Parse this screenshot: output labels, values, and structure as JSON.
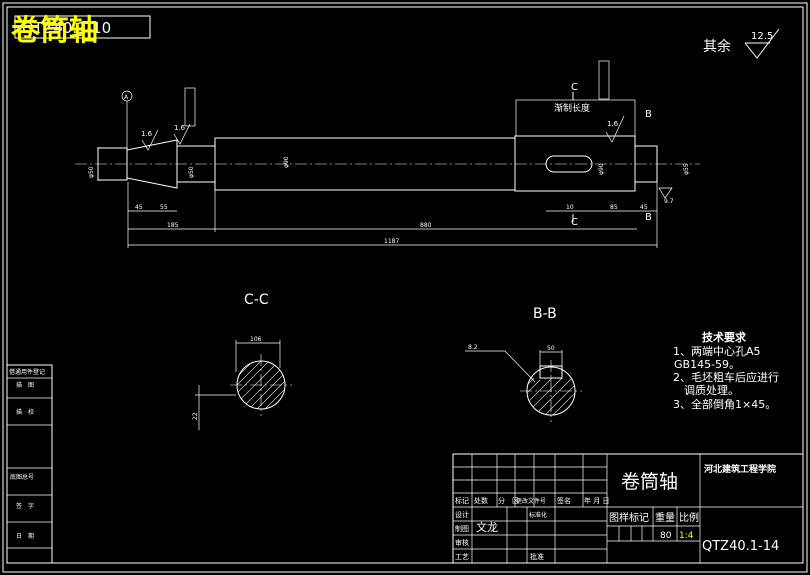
{
  "header": {
    "title_overlay": "卷筒轴",
    "code_box": "QTZ40.1-10",
    "surface_note": "其余",
    "surface_value": "12.5"
  },
  "dimensions": {
    "overall": "1187",
    "left_section": "185",
    "middle_section": "880",
    "step_45": "45",
    "step_55": "55",
    "right_10": "10",
    "right_85": "85",
    "right_45": "45",
    "roughness_16a": "1.6",
    "roughness_16b": "1.6",
    "roughness_16c": "1.6",
    "roughness_97": "9.7",
    "key_length": "渐制长度",
    "cut_c": "C",
    "cut_b": "B",
    "dia_a": "φ50",
    "dia_b": "φ90",
    "dia_c": "φ90",
    "dia_d": "φ55",
    "left_end": "φ50",
    "datum_a": "A"
  },
  "sections": {
    "cc_label": "C-C",
    "bb_label": "B-B",
    "cc_dim_top": "106",
    "cc_dim_side": "22",
    "bb_dim_top": "50",
    "bb_callout": "8.2"
  },
  "technical_requirements": {
    "heading": "技术要求",
    "lines": [
      "1、两端中心孔A5",
      "GB145-59。",
      "2、毛坯粗车后应进行",
      "调质处理。",
      "3、全部倒角1×45。"
    ]
  },
  "left_column": {
    "labels": [
      "借通用件登记",
      "描　图",
      "描　校",
      "底图总号",
      "签　字",
      "日　期"
    ]
  },
  "title_block": {
    "part_name": "卷筒轴",
    "school": "河北建筑工程学院",
    "row_labels": [
      "标记",
      "处数",
      "分　区",
      "更改文件号",
      "签名",
      "年 月 日"
    ],
    "designer_label": "设计",
    "standardize_label": "标准化",
    "drawer_label": "制图",
    "drawer_name": "文龙",
    "review_label": "审核",
    "process_label": "工艺",
    "approve_label": "批准",
    "stage_label": "图样标记",
    "weight_label": "重量",
    "scale_label": "比例",
    "weight_value": "80",
    "scale_value": "1:4",
    "drawing_code": "QTZ40.1-14"
  }
}
